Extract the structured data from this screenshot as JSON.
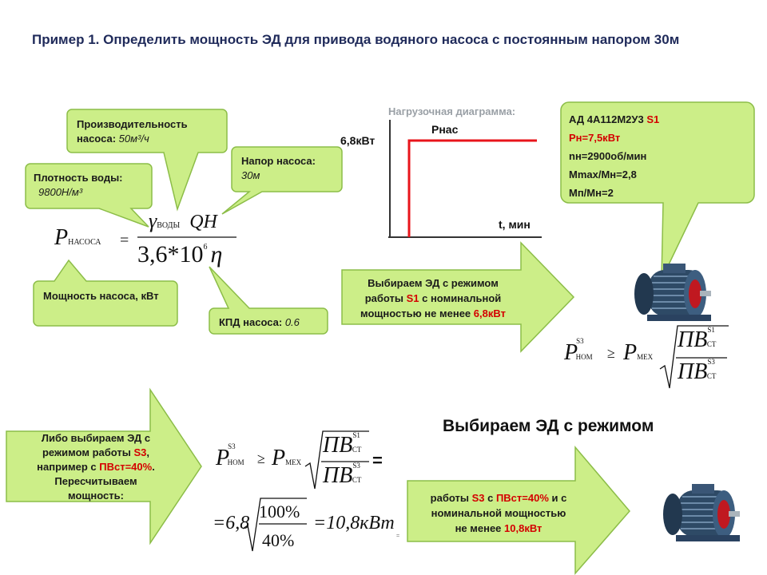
{
  "title": "Пример 1. Определить мощность ЭД для привода водяного насоса с постоянным напором 30м",
  "callouts": {
    "flow": {
      "label": "Производительность насоса:",
      "value": "50м³/ч"
    },
    "head": {
      "label": "Напор насоса:",
      "value": "30м"
    },
    "density": {
      "label": "Плотность воды:",
      "value": "9800Н/м³"
    },
    "power": {
      "label": "Мощность насоса, кВт"
    },
    "efficiency": {
      "label": "КПД насоса:",
      "value": "0.6"
    }
  },
  "formula_main": {
    "lhs": "P",
    "lhs_sub": "НАСОСА",
    "eq": "=",
    "num_gamma": "γ",
    "num_sub": "ВОДЫ",
    "num_rest": "QH",
    "den": "3,6*10",
    "den_exp": "6",
    "den_eta": "η"
  },
  "diagram": {
    "title": "Нагрузочная диаграмма:",
    "series_label": "Pнас",
    "y_label": "6,8кВт",
    "x_label": "t, мин"
  },
  "motor": {
    "model": "АД 4А112М2У3",
    "mode": "S1",
    "rated_power": "Pн=7,5кВт",
    "speed": "nн=2900об/мин",
    "mmax": "Mmax/Mн=2,8",
    "mp": "Mп/Mн=2"
  },
  "arrow1": {
    "line1": "Выбираем ЭД с режимом",
    "line2a": "работы ",
    "line2b": "S1",
    "line2c": " с номинальной",
    "line3a": "мощностью не менее ",
    "line3b": "6,8кВт"
  },
  "formula_right": {
    "p_nom": "P",
    "nom_sup": "S3",
    "nom_sub": "НОМ",
    "ge": "≥",
    "p_mex": "P",
    "mex_sub": "МЕХ",
    "pv": "ПВ",
    "top_sup": "S1",
    "top_sub": "СТ",
    "bot_sup": "S3",
    "bot_sub": "СТ"
  },
  "arrow2": {
    "line1": "Либо выбираем ЭД с",
    "line2a": "режимом работы ",
    "line2b": "S3",
    "line2c": ",",
    "line3a": "например с ",
    "line3b": "ПВст=40%",
    "line3c": ".",
    "line4": "Пересчитываем",
    "line5": "мощность:"
  },
  "formula_bottom": {
    "p_nom": "P",
    "nom_sup": "S3",
    "nom_sub": "НОМ",
    "ge": "≥",
    "p_mex": "P",
    "mex_sub": "МЕХ",
    "pv": "ПВ",
    "top_sup": "S1",
    "top_sub": "СТ",
    "bot_sup": "S3",
    "bot_sub": "СТ",
    "eq": "=",
    "calc_pre": "=6,8",
    "calc_num": "100%",
    "calc_den": "40%",
    "calc_res": "=10,8кВт",
    "tiny": "="
  },
  "heading_right": "Выбираем ЭД с режимом",
  "arrow3": {
    "line1a": "работы ",
    "line1b": "S3",
    "line1c": " с ",
    "line1d": "ПВст=40%",
    "line1e": " и с",
    "line2": "номинальной мощностью",
    "line3a": "не менее ",
    "line3b": "10,8кВт"
  },
  "colors": {
    "callout_fill": "#ccee88",
    "callout_stroke": "#8cbd48",
    "red": "#d40000",
    "title": "#1f2a5a",
    "motor": "#2e4a66"
  }
}
